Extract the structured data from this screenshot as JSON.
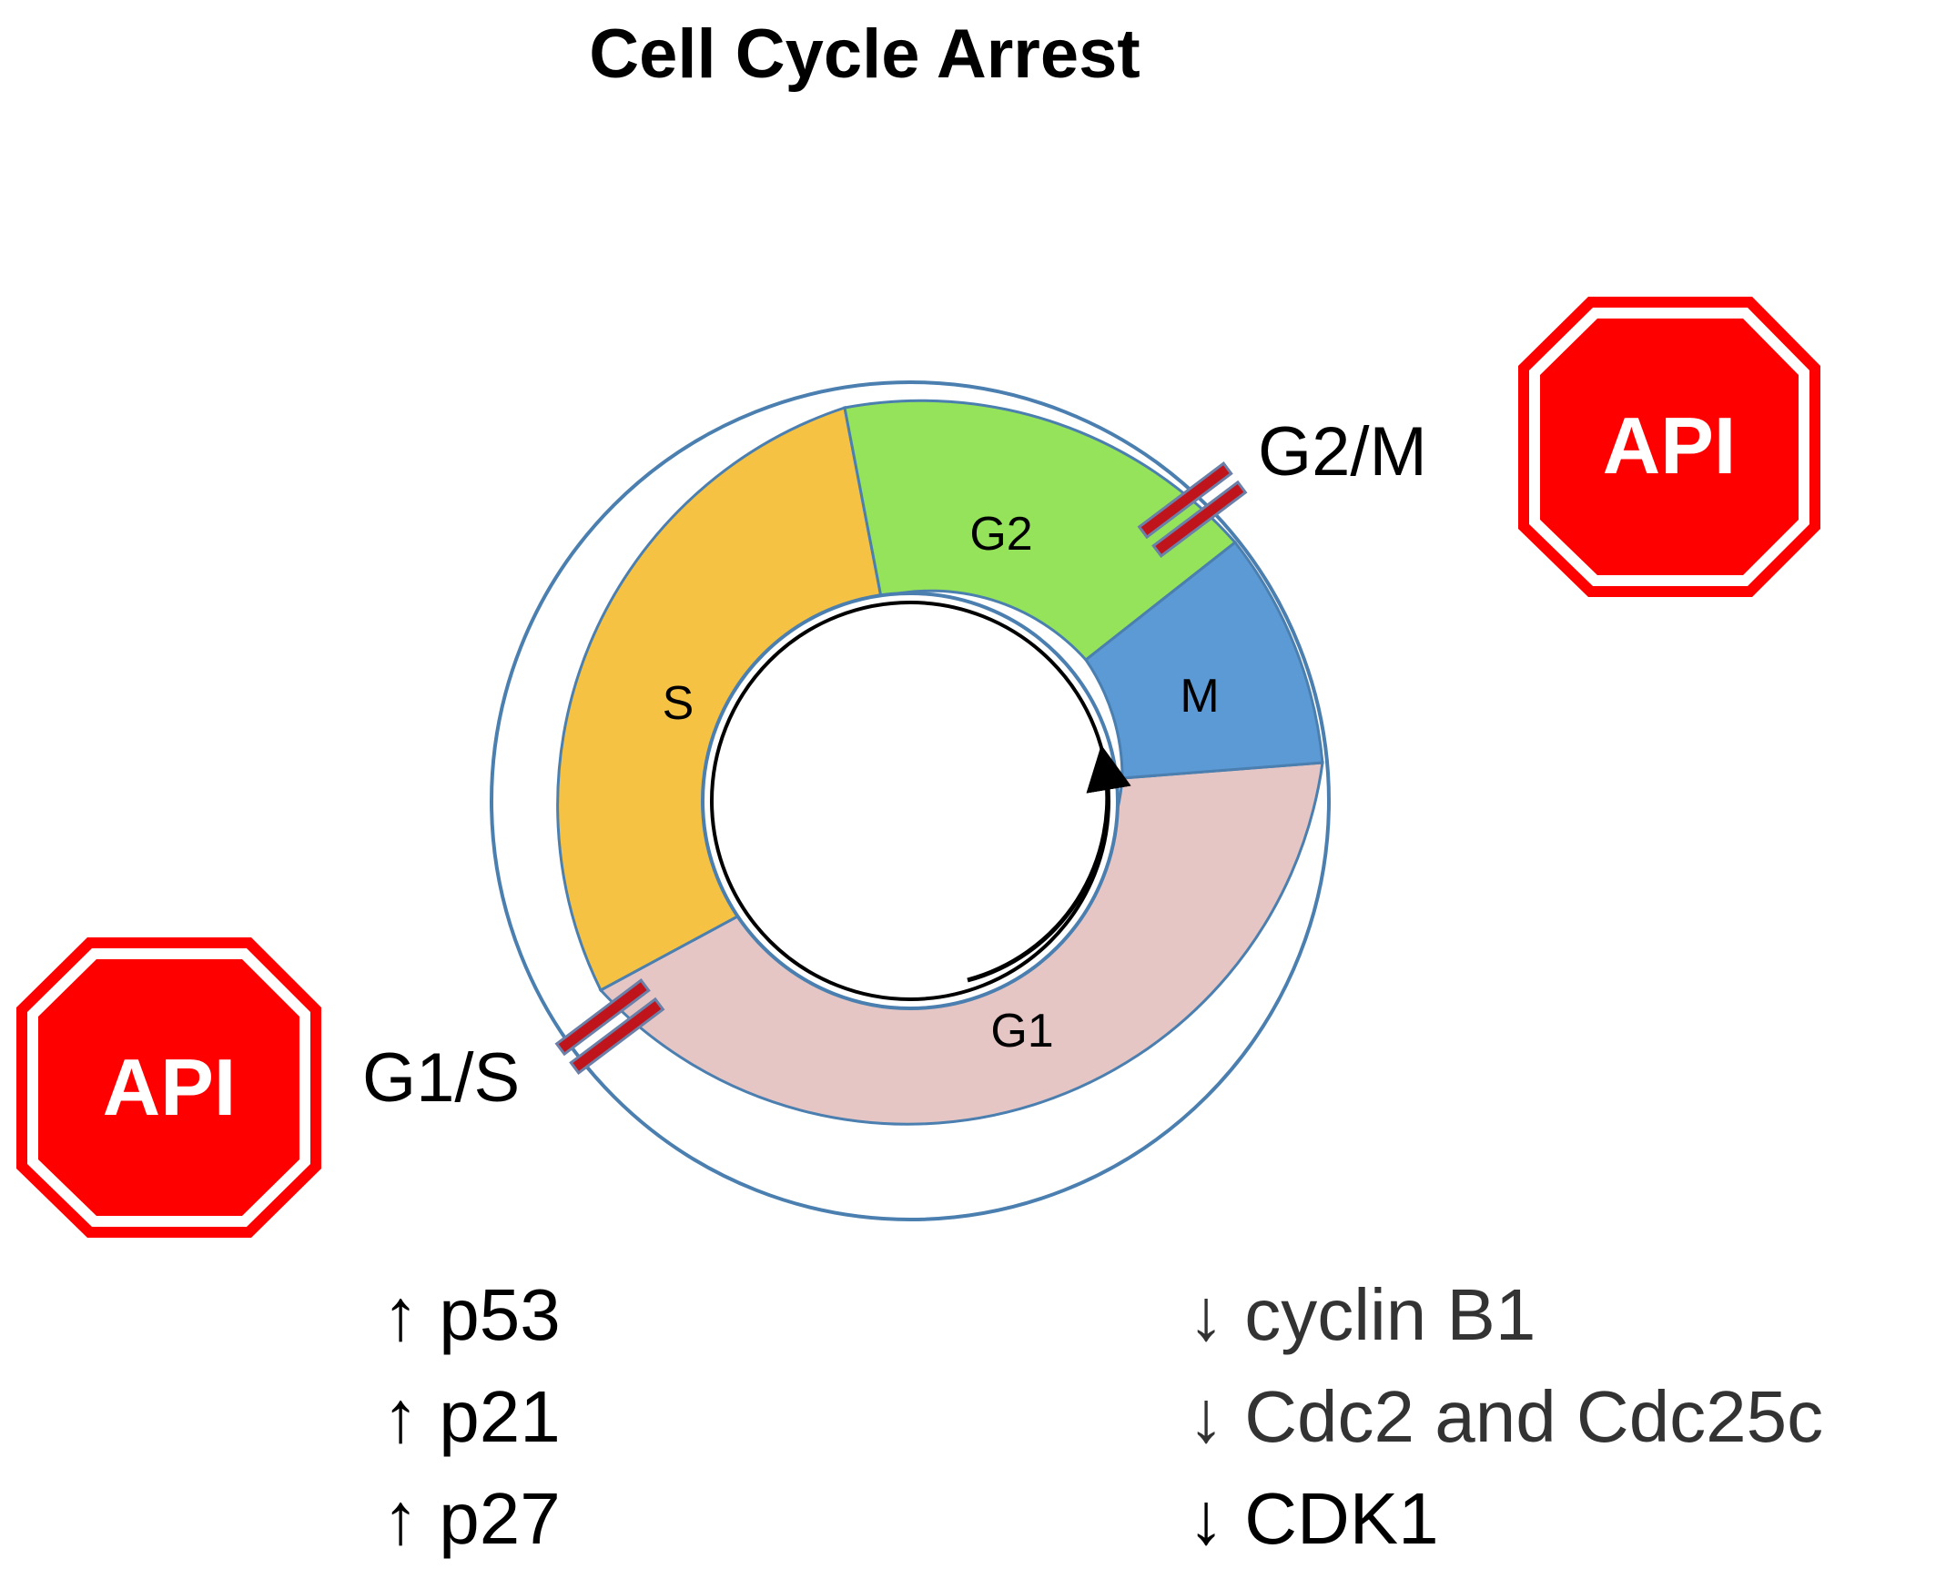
{
  "title": "Cell Cycle Arrest",
  "phases": [
    {
      "key": "G1",
      "label": "G1",
      "color": "#e6c6c4"
    },
    {
      "key": "S",
      "label": "S",
      "color": "#f6c244"
    },
    {
      "key": "G2",
      "label": "G2",
      "color": "#95e35b"
    },
    {
      "key": "M",
      "label": "M",
      "color": "#5b9ad4"
    }
  ],
  "ring_stroke_color": "#4a7fb0",
  "checkpoints": {
    "g2m": {
      "label": "G2/M",
      "stop_sign": "API"
    },
    "g1s": {
      "label": "G1/S",
      "stop_sign": "API"
    }
  },
  "stop_sign_color": "#ff0000",
  "checkpoint_bar_color": "#c0141c",
  "cycle_direction": "clockwise",
  "upregulated": [
    "↑ p53",
    "↑ p21",
    "↑ p27"
  ],
  "downregulated": [
    "↓ cyclin B1",
    "↓ Cdc2 and Cdc25c",
    "↓ CDK1"
  ],
  "down_text_color": "#333333"
}
